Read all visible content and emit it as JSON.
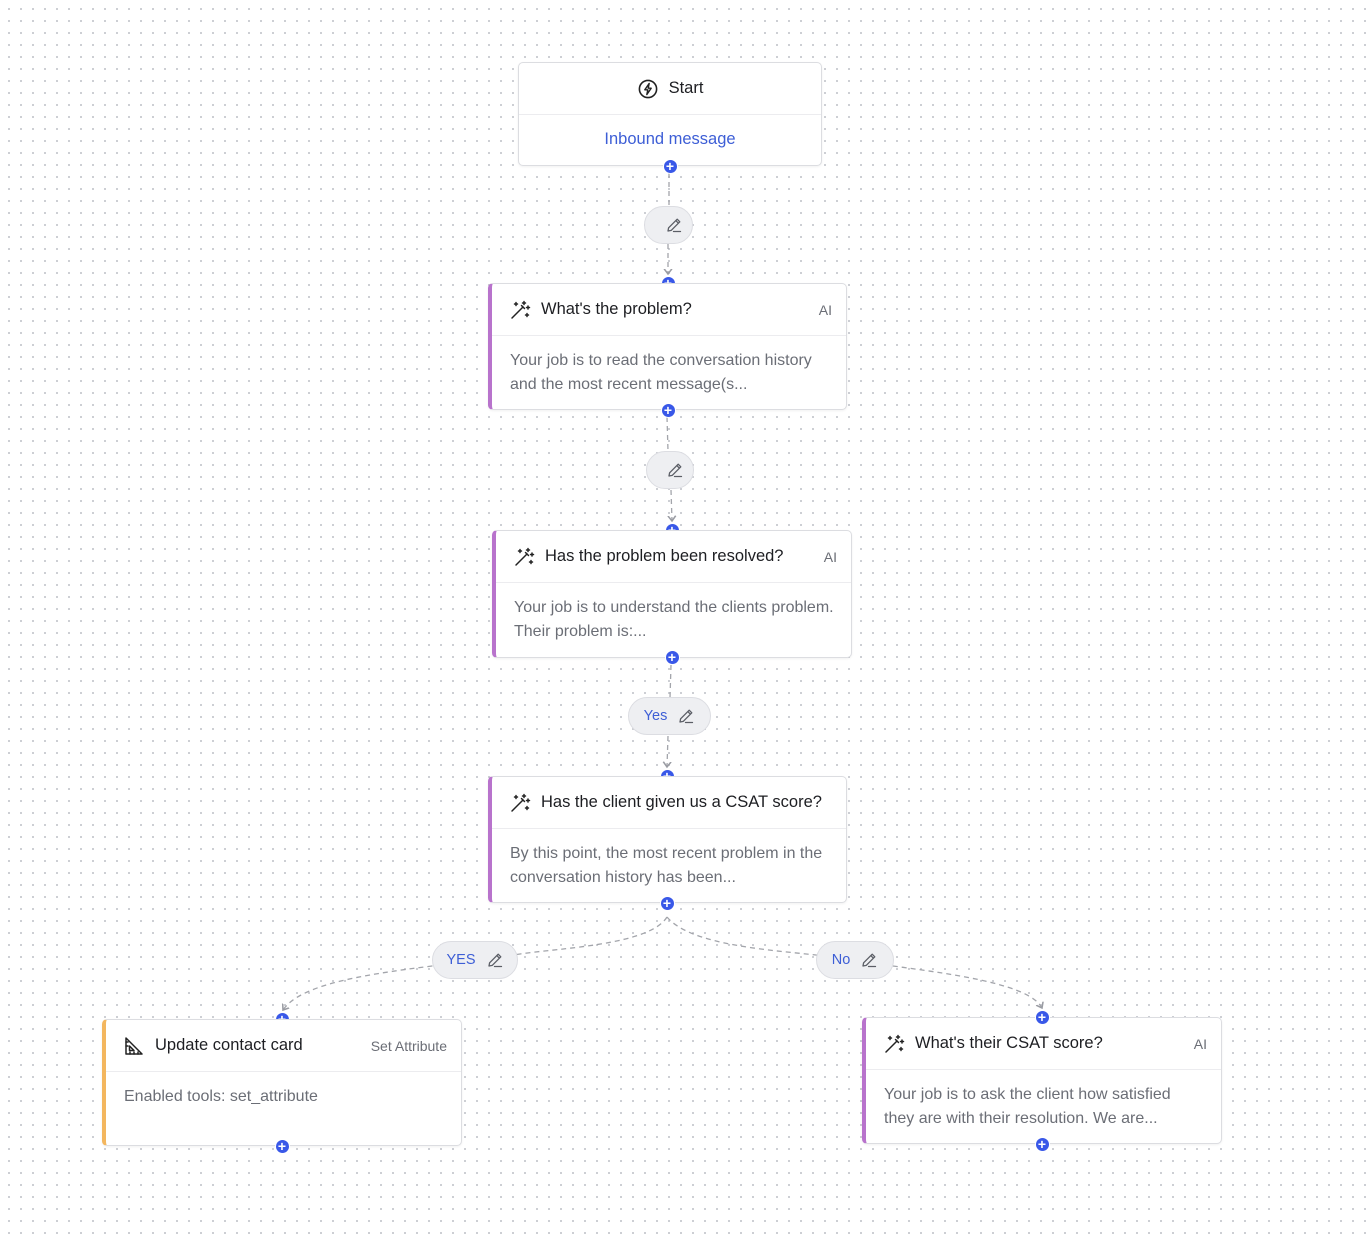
{
  "colors": {
    "accent": "#3958e8",
    "ai_border": "#b873cc",
    "attribute_border": "#f3b65e",
    "link": "#3d5ed6"
  },
  "start": {
    "icon": "lightning-icon",
    "title": "Start",
    "trigger": "Inbound message"
  },
  "edges": {
    "e1_label": "",
    "e2_label": "",
    "e3_label": "Yes",
    "e4_label": "YES",
    "e5_label": "No"
  },
  "nodes": {
    "problem": {
      "icon": "magic-wand-icon",
      "title": "What's the problem?",
      "tag": "AI",
      "body": "Your job is to read the conversation history and the most recent message(s..."
    },
    "resolved": {
      "icon": "magic-wand-icon",
      "title": "Has the problem been resolved?",
      "tag": "AI",
      "body": "Your job is to understand the clients problem. Their problem is:..."
    },
    "csat_given": {
      "icon": "magic-wand-icon",
      "title": "Has the client given us a CSAT score?",
      "tag": "",
      "body": "By this point, the most recent problem in the conversation history has been..."
    },
    "update_contact": {
      "icon": "set-square-icon",
      "title": "Update contact card",
      "tag": "Set Attribute",
      "body": "Enabled tools: set_attribute"
    },
    "csat_ask": {
      "icon": "magic-wand-icon",
      "title": "What's their CSAT score?",
      "tag": "AI",
      "body": "Your job is to ask the client how satisfied they are with their resolution. We are..."
    }
  }
}
